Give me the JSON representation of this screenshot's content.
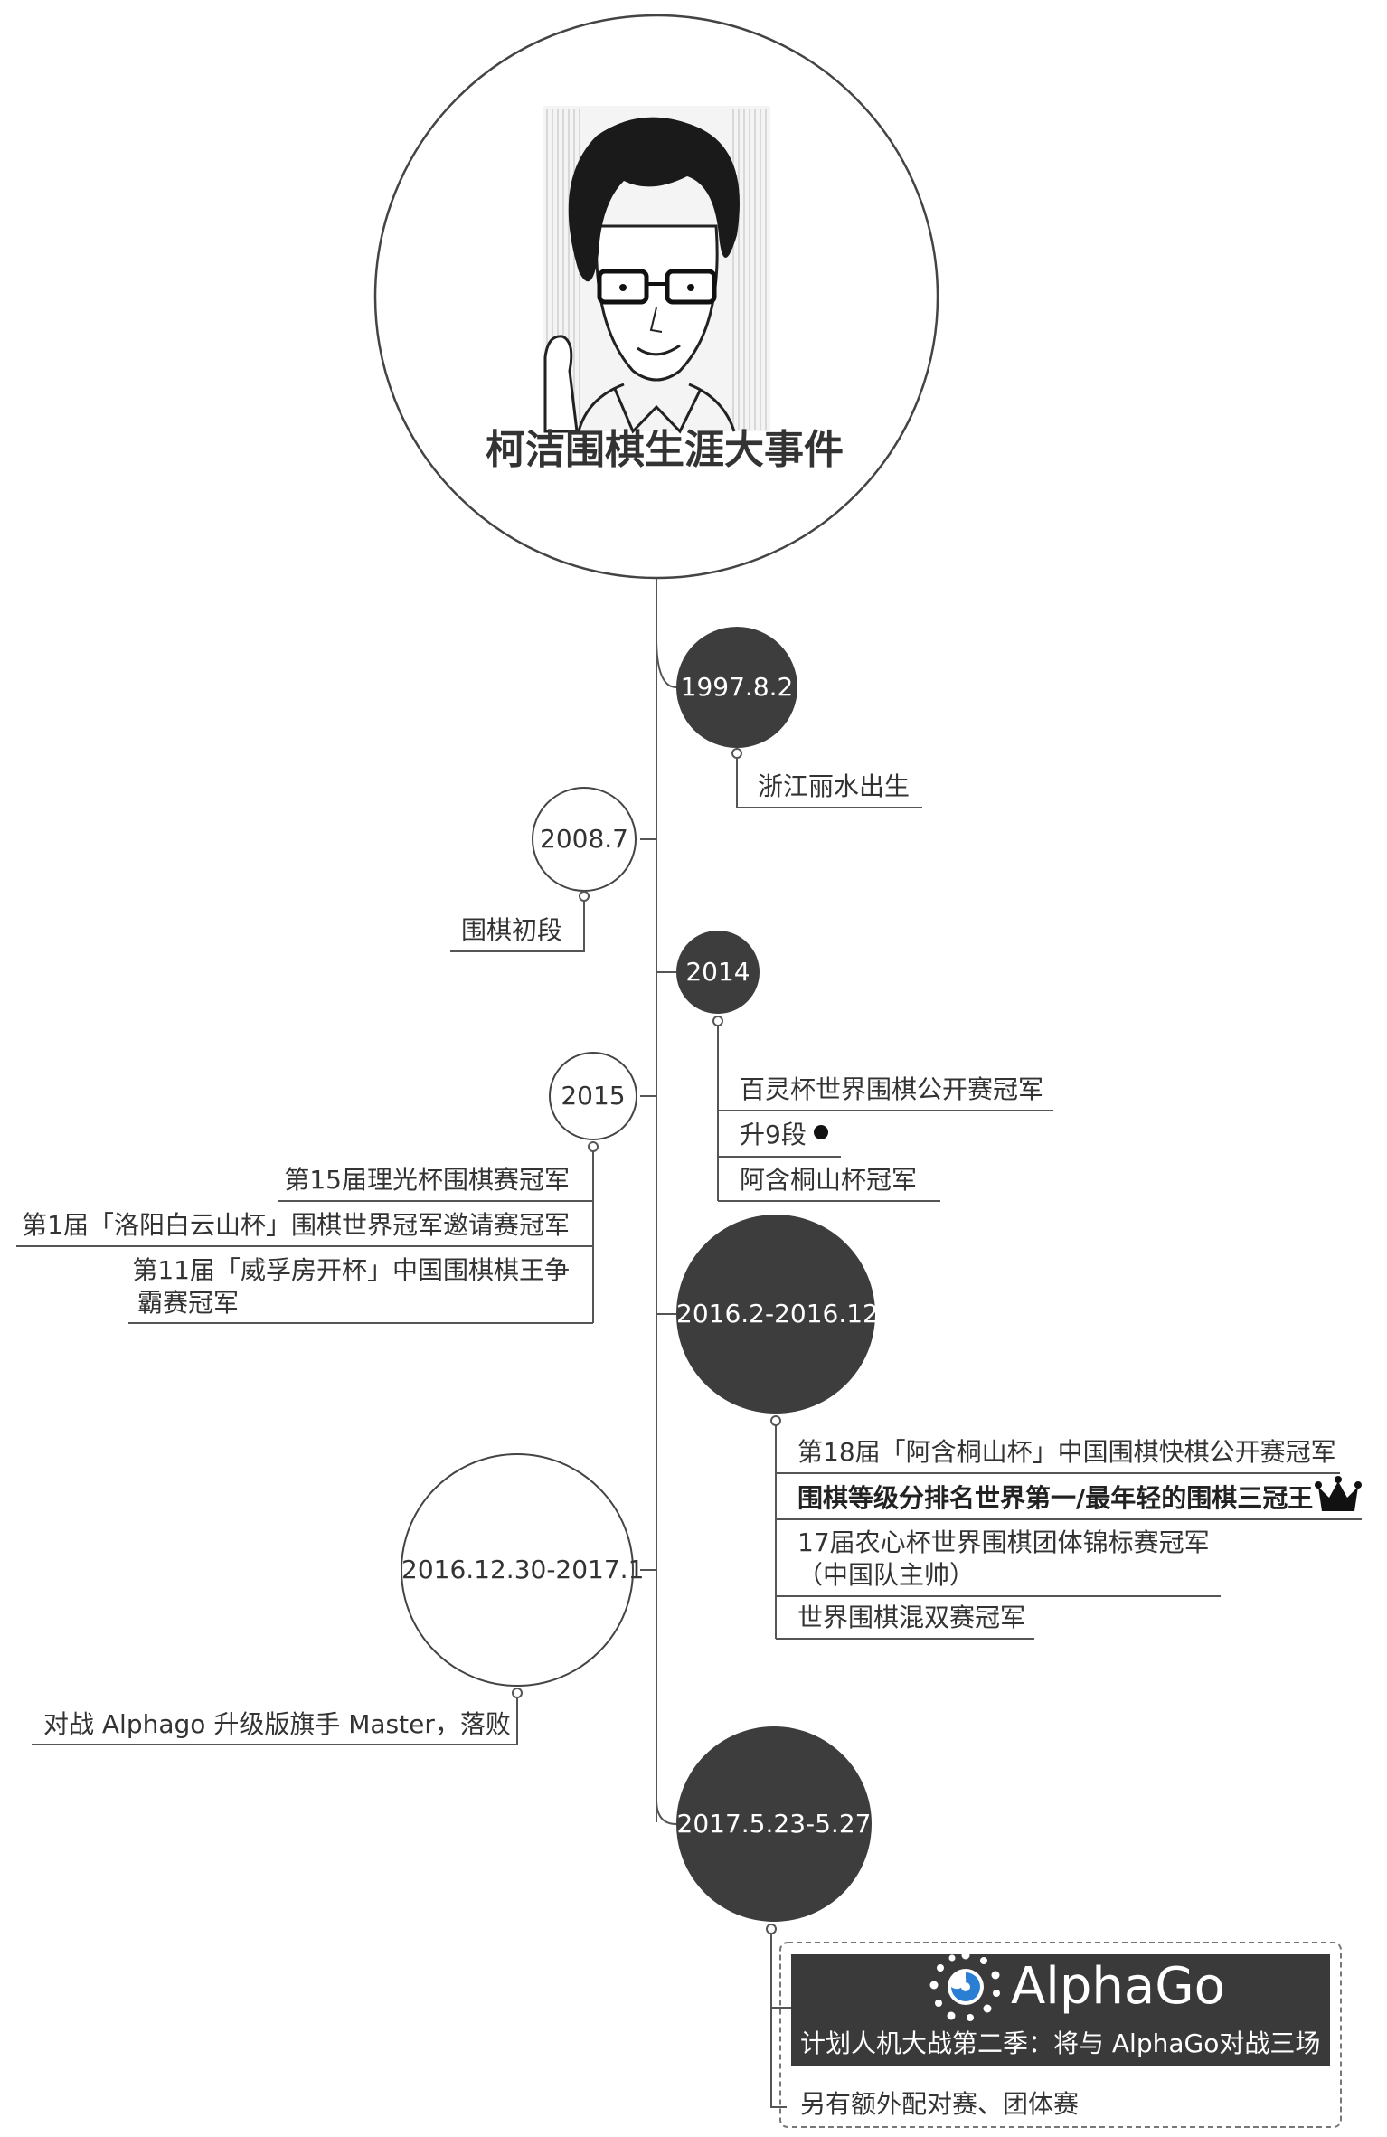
{
  "title": "柯洁围棋生涯大事件",
  "colors": {
    "dark_node": "#3d3d3d",
    "line": "#555555",
    "card": "#3a3a3a",
    "accent_logo": "#2a7fd4"
  },
  "events": [
    {
      "date": "1997.8.2",
      "items": [
        "浙江丽水出生"
      ]
    },
    {
      "date": "2008.7",
      "items": [
        "围棋初段"
      ]
    },
    {
      "date": "2014",
      "items": [
        "百灵杯世界围棋公开赛冠军",
        "升9段",
        "阿含桐山杯冠军"
      ]
    },
    {
      "date": "2015",
      "items": [
        "第15届理光杯围棋赛冠军",
        "第1届「洛阳白云山杯」围棋世界冠军邀请赛冠军",
        "第11届「威孚房开杯」中国围棋棋王争",
        "霸赛冠军"
      ]
    },
    {
      "date": "2016.2-2016.12",
      "items": [
        "第18届「阿含桐山杯」中国围棋快棋公开赛冠军",
        "围棋等级分排名世界第一/最年轻的围棋三冠王",
        "17届农心杯世界围棋团体锦标赛冠军",
        "（中国队主帅）",
        "世界围棋混双赛冠军"
      ]
    },
    {
      "date": "2016.12.30-2017.1",
      "items": [
        "对战 Alphago 升级版旗手 Master，落败"
      ]
    },
    {
      "date": "2017.5.23-5.27",
      "items": [
        "AlphaGo",
        "计划人机大战第二季：将与 AlphaGo对战三场",
        "另有额外配对赛、团体赛"
      ]
    }
  ],
  "icons": {
    "bullet": "black-stone-icon",
    "crown": "crown-icon",
    "logo": "alphago-logo-icon",
    "portrait": "portrait-illustration"
  }
}
